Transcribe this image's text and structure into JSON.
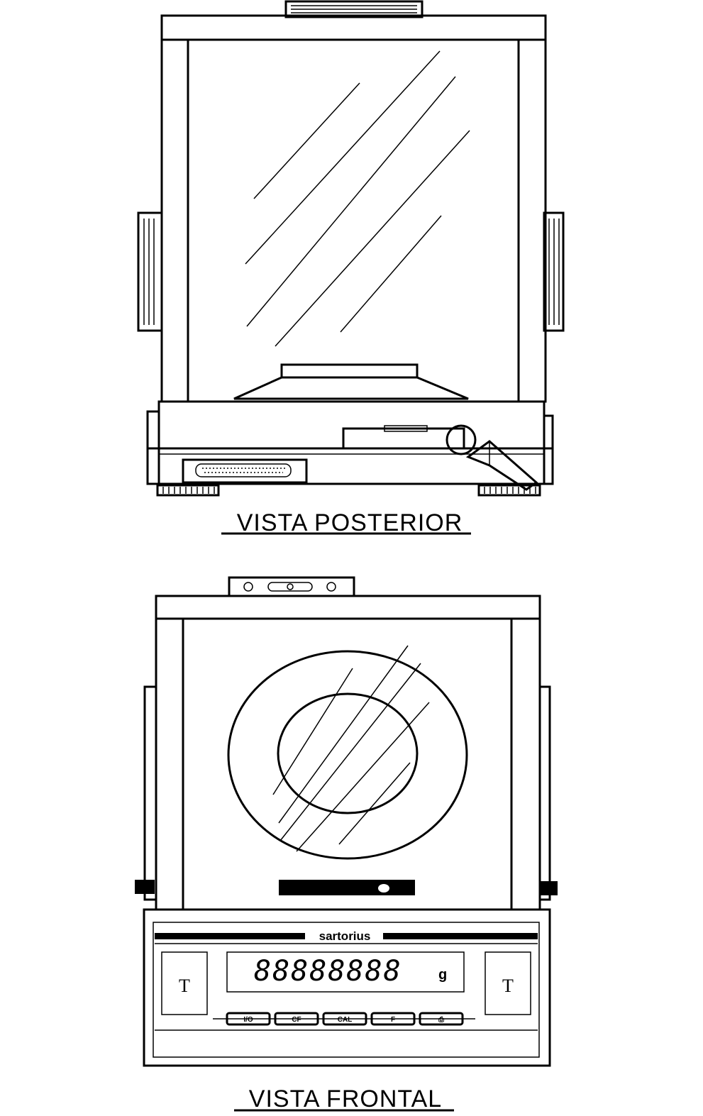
{
  "rear_view": {
    "caption": "VISTA POSTERIOR"
  },
  "front_view": {
    "caption": "VISTA FRONTAL",
    "brand": "sartorius",
    "display_digits": "88888888",
    "display_unit": "g",
    "tare_left": "T",
    "tare_right": "T",
    "keys": [
      "I/O",
      "CF",
      "CAL",
      "F",
      "⎙"
    ]
  },
  "icons": [
    "spirit-level-icon",
    "serial-connector-icon",
    "leveling-foot-icon",
    "glass-hatch-icon"
  ]
}
